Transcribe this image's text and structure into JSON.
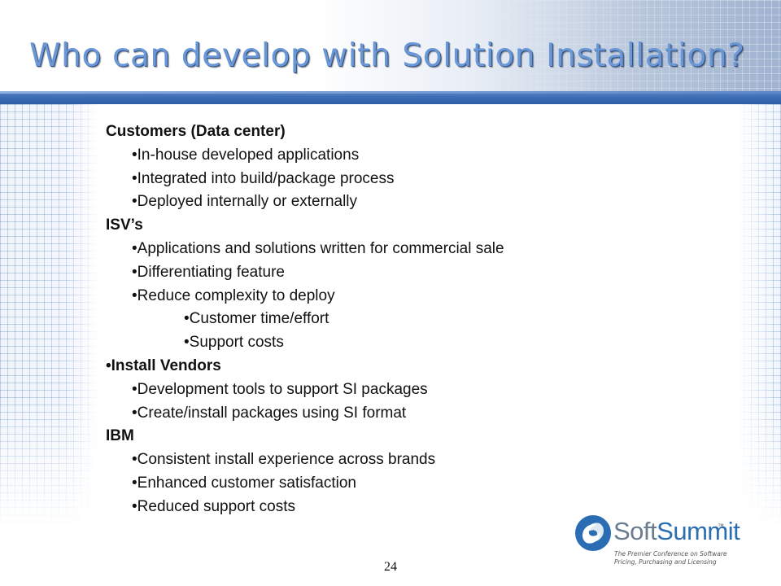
{
  "slide": {
    "title_part1": "Who can develop with",
    "title_part2": "Solution Installation?",
    "page_number": "24"
  },
  "content": [
    {
      "text": "Customers (Data center)",
      "level": 0,
      "bold": true,
      "bullet": ""
    },
    {
      "text": "In-house developed applications",
      "level": 1,
      "bold": false,
      "bullet": "•"
    },
    {
      "text": "Integrated into build/package process",
      "level": 1,
      "bold": false,
      "bullet": "•"
    },
    {
      "text": "Deployed internally or externally",
      "level": 1,
      "bold": false,
      "bullet": "•"
    },
    {
      "text": "ISV’s",
      "level": 0,
      "bold": true,
      "bullet": ""
    },
    {
      "text": "Applications and solutions written for commercial sale",
      "level": 1,
      "bold": false,
      "bullet": "•"
    },
    {
      "text": "Differentiating feature",
      "level": 1,
      "bold": false,
      "bullet": "•"
    },
    {
      "text": "Reduce complexity to deploy",
      "level": 1,
      "bold": false,
      "bullet": "•"
    },
    {
      "text": "Customer time/effort",
      "level": 2,
      "bold": false,
      "bullet": "•"
    },
    {
      "text": "Support costs",
      "level": 2,
      "bold": false,
      "bullet": "•"
    },
    {
      "text": "Install Vendors",
      "level": 0,
      "bold": true,
      "bullet": "•"
    },
    {
      "text": "Development tools to support SI packages",
      "level": 1,
      "bold": false,
      "bullet": "•"
    },
    {
      "text": "Create/install packages using SI format",
      "level": 1,
      "bold": false,
      "bullet": "•"
    },
    {
      "text": "IBM",
      "level": 0,
      "bold": true,
      "bullet": ""
    },
    {
      "text": "Consistent install experience across brands",
      "level": 1,
      "bold": false,
      "bullet": "•"
    },
    {
      "text": "Enhanced customer satisfaction",
      "level": 1,
      "bold": false,
      "bullet": "•"
    },
    {
      "text": "Reduced support costs",
      "level": 1,
      "bold": false,
      "bullet": "•"
    }
  ],
  "logo": {
    "brand_part1": "Soft",
    "brand_part2": "Summit",
    "trademark": "™",
    "tagline_line1": "The Premier Conference on Software",
    "tagline_line2": "Pricing, Purchasing and Licensing"
  },
  "colors": {
    "title": "#6a97d6",
    "divider": "#3e6eb6",
    "logo_blue": "#2a6db3"
  },
  "icons": {
    "logo_mark": "softsummit-swirl-icon"
  }
}
